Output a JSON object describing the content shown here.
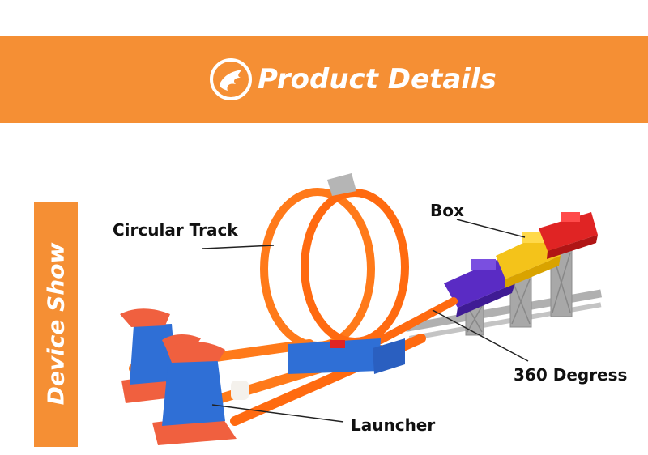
{
  "header": {
    "title": "Product Details",
    "logo_icon": "flame-logo-icon"
  },
  "side_tab": {
    "title": "Device Show"
  },
  "callouts": {
    "circular_track": "Circular Track",
    "box": "Box",
    "degrees": "360 Degress",
    "launcher": "Launcher"
  },
  "colors": {
    "accent": "#f58f34",
    "track": "#ff7a1a",
    "launcher_blue": "#2f6fd6",
    "launcher_red": "#f0603f",
    "box_purple": "#5a2bc4",
    "box_yellow": "#f4c31a",
    "box_red": "#e02424",
    "support_gray": "#a8a8a8"
  }
}
